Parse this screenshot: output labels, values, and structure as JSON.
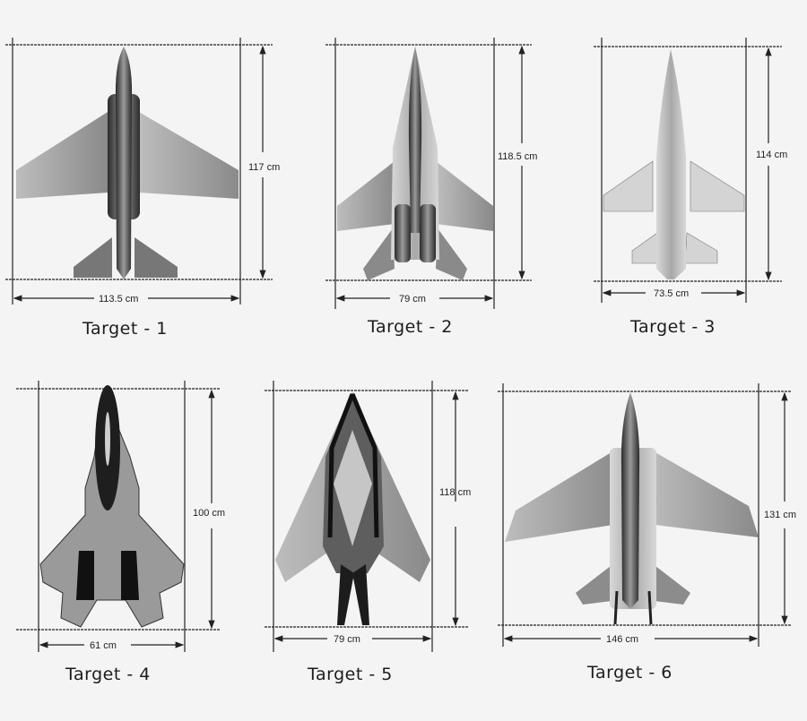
{
  "figure": {
    "targets": [
      {
        "caption": "Target - 1",
        "width_label": "113.5 cm",
        "height_label": "117 cm",
        "planform": "swept-wing-twin-engine"
      },
      {
        "caption": "Target - 2",
        "width_label": "79 cm",
        "height_label": "118.5 cm",
        "planform": "twin-tail-fighter"
      },
      {
        "caption": "Target - 3",
        "width_label": "73.5 cm",
        "height_label": "114 cm",
        "planform": "single-engine-fighter"
      },
      {
        "caption": "Target - 4",
        "width_label": "61 cm",
        "height_label": "100 cm",
        "planform": "stealth-fighter"
      },
      {
        "caption": "Target - 5",
        "width_label": "79 cm",
        "height_label": "118 cm",
        "planform": "faceted-stealth-aircraft"
      },
      {
        "caption": "Target - 6",
        "width_label": "146 cm",
        "height_label": "131 cm",
        "planform": "large-swept-wing-fighter"
      }
    ]
  }
}
